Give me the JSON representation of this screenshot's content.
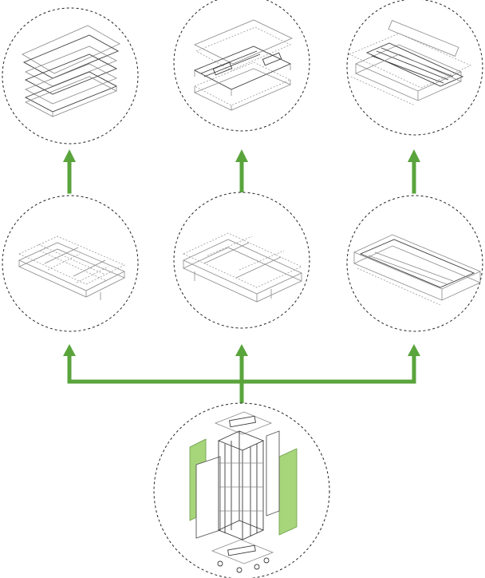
{
  "colors": {
    "arrow": "#5aa43c",
    "circle_stroke": "#222222",
    "side_panel": "#a6d57a"
  },
  "nodes": [
    {
      "id": "base-rack-exploded",
      "icon": "server-rack-exploded-icon",
      "level": 0
    },
    {
      "id": "frame-left",
      "icon": "rack-frame-grid-icon",
      "level": 1
    },
    {
      "id": "frame-center",
      "icon": "rack-frame-rails-icon",
      "level": 1
    },
    {
      "id": "frame-right",
      "icon": "rack-frame-tray-icon",
      "level": 1
    },
    {
      "id": "stack-left",
      "icon": "layered-plates-icon",
      "level": 2
    },
    {
      "id": "stack-center",
      "icon": "rail-assembly-icon",
      "level": 2
    },
    {
      "id": "stack-right",
      "icon": "cable-tray-icon",
      "level": 2
    }
  ],
  "edges": [
    {
      "from": "base-rack-exploded",
      "to": "frame-left"
    },
    {
      "from": "base-rack-exploded",
      "to": "frame-center"
    },
    {
      "from": "base-rack-exploded",
      "to": "frame-right"
    },
    {
      "from": "frame-left",
      "to": "stack-left"
    },
    {
      "from": "frame-center",
      "to": "stack-center"
    },
    {
      "from": "frame-right",
      "to": "stack-right"
    }
  ]
}
